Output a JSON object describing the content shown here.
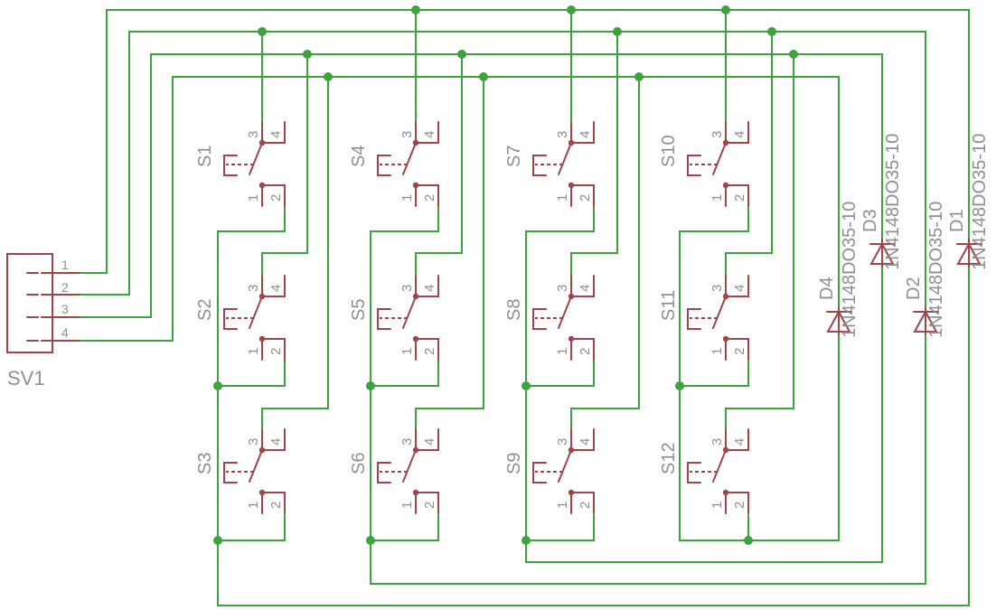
{
  "colors": {
    "wire": "#3ea33e",
    "symbol": "#a0454a",
    "text": "#8f8f8f",
    "background": "#ffffff"
  },
  "connector": {
    "name": "SV1",
    "pins": [
      "1",
      "2",
      "3",
      "4"
    ]
  },
  "switches": [
    {
      "name": "S1",
      "pins": [
        "1",
        "2",
        "3",
        "4"
      ]
    },
    {
      "name": "S2",
      "pins": [
        "1",
        "2",
        "3",
        "4"
      ]
    },
    {
      "name": "S3",
      "pins": [
        "1",
        "2",
        "3",
        "4"
      ]
    },
    {
      "name": "S4",
      "pins": [
        "1",
        "2",
        "3",
        "4"
      ]
    },
    {
      "name": "S5",
      "pins": [
        "1",
        "2",
        "3",
        "4"
      ]
    },
    {
      "name": "S6",
      "pins": [
        "1",
        "2",
        "3",
        "4"
      ]
    },
    {
      "name": "S7",
      "pins": [
        "1",
        "2",
        "3",
        "4"
      ]
    },
    {
      "name": "S8",
      "pins": [
        "1",
        "2",
        "3",
        "4"
      ]
    },
    {
      "name": "S9",
      "pins": [
        "1",
        "2",
        "3",
        "4"
      ]
    },
    {
      "name": "S10",
      "pins": [
        "1",
        "2",
        "3",
        "4"
      ]
    },
    {
      "name": "S11",
      "pins": [
        "1",
        "2",
        "3",
        "4"
      ]
    },
    {
      "name": "S12",
      "pins": [
        "1",
        "2",
        "3",
        "4"
      ]
    }
  ],
  "diodes": [
    {
      "name": "D4",
      "value": "1N4148DO35-10"
    },
    {
      "name": "D3",
      "value": "1N4148DO35-10"
    },
    {
      "name": "D2",
      "value": "1N4148DO35-10"
    },
    {
      "name": "D1",
      "value": "1N4148DO35-10"
    }
  ]
}
